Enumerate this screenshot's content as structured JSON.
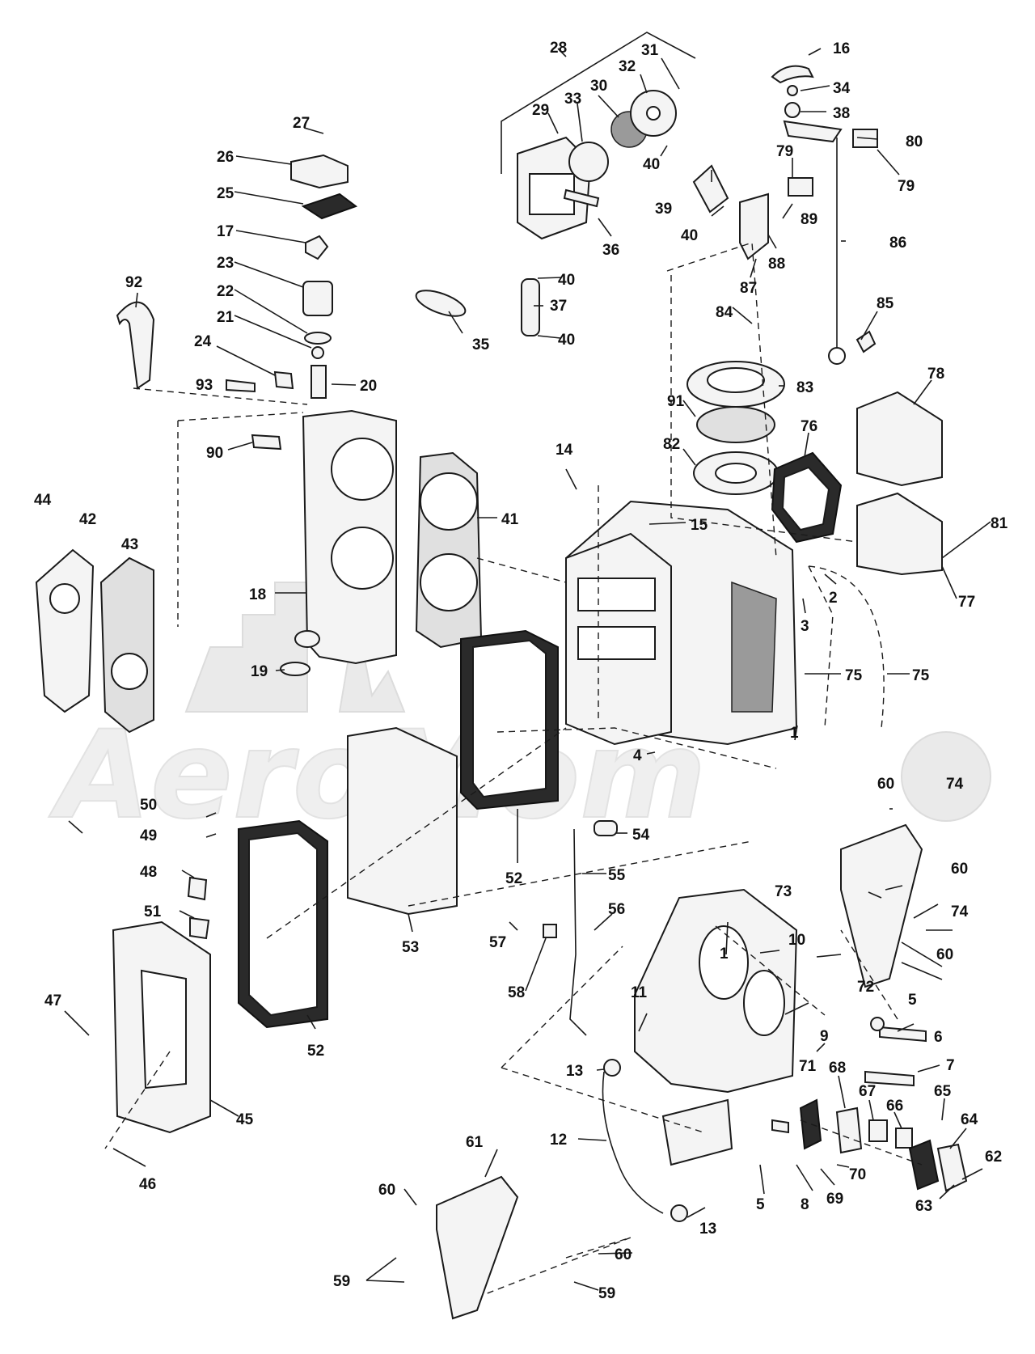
{
  "watermark": {
    "text": "AeroMom"
  },
  "callouts": [
    "1",
    "2",
    "3",
    "4",
    "5",
    "6",
    "7",
    "8",
    "9",
    "10",
    "11",
    "12",
    "13",
    "14",
    "15",
    "16",
    "17",
    "18",
    "19",
    "20",
    "21",
    "22",
    "23",
    "24",
    "25",
    "26",
    "27",
    "28",
    "29",
    "30",
    "31",
    "32",
    "33",
    "34",
    "35",
    "36",
    "37",
    "38",
    "39",
    "40",
    "41",
    "42",
    "43",
    "44",
    "45",
    "46",
    "47",
    "48",
    "49",
    "50",
    "51",
    "52",
    "53",
    "54",
    "55",
    "56",
    "57",
    "58",
    "59",
    "60",
    "61",
    "62",
    "63",
    "64",
    "65",
    "66",
    "67",
    "68",
    "69",
    "70",
    "71",
    "72",
    "73",
    "74",
    "75",
    "76",
    "77",
    "78",
    "79",
    "80",
    "81",
    "82",
    "83",
    "84",
    "85",
    "86",
    "87",
    "88",
    "89",
    "90",
    "91",
    "92",
    "93"
  ]
}
